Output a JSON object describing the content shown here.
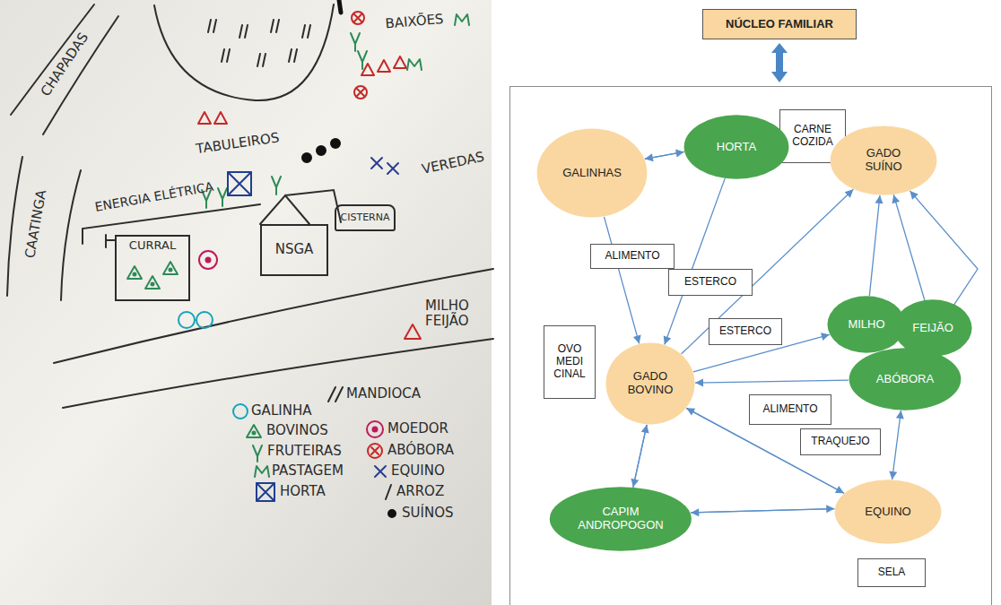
{
  "diagram": {
    "nodes": [
      {
        "text": [
          "CURRAL"
        ]
      },
      {
        "text": [
          "NSGA"
        ]
      },
      {
        "text": [
          "CISTERNA"
        ]
      },
      {
        "text": [
          "NÚCLEO FAMILIAR"
        ]
      },
      {
        "text": [
          "CARNE COZIDA"
        ]
      },
      {
        "text": [
          "HORTA"
        ]
      },
      {
        "text": [
          "GALINHAS"
        ]
      },
      {
        "text": [
          "GADO SUÍNO"
        ]
      },
      {
        "text": [
          "ALIMENTO"
        ]
      },
      {
        "text": [
          "ESTERCO"
        ]
      },
      {
        "text": [
          "OVO MEDI CINAL"
        ]
      },
      {
        "text": [
          "ESTERCO"
        ]
      },
      {
        "text": [
          "MILHO"
        ]
      },
      {
        "text": [
          "FEIJÃO"
        ]
      },
      {
        "text": [
          "GADO BOVINO"
        ]
      },
      {
        "text": [
          "ABÓBORA"
        ]
      },
      {
        "text": [
          "ALIMENTO"
        ]
      },
      {
        "text": [
          "TRAQUEJO"
        ]
      },
      {
        "text": [
          "CAPIM ANDROPOGON"
        ]
      },
      {
        "text": [
          "EQUINO"
        ]
      },
      {
        "text": [
          "SELA"
        ]
      }
    ],
    "edges": [
      {
        "from": 6,
        "to": 5,
        "arrow": "to"
      },
      {
        "from": 5,
        "to": 6,
        "arrow": "to"
      },
      {
        "from": 6,
        "to": 14,
        "arrow": "to"
      },
      {
        "from": 5,
        "to": 14,
        "arrow": "to"
      },
      {
        "from": 14,
        "to": 7,
        "arrow": "to"
      },
      {
        "from": 14,
        "to": 12,
        "arrow": "to"
      },
      {
        "from": 15,
        "to": 14,
        "arrow": "to"
      },
      {
        "from": 12,
        "to": 7,
        "arrow": "to"
      },
      {
        "from": 13,
        "to": 7,
        "arrow": "to"
      },
      {
        "from": 15,
        "to": 7,
        "arrow": "to"
      },
      {
        "from": 15,
        "to": 19,
        "arrow": "both"
      },
      {
        "from": 14,
        "to": 18,
        "arrow": "to"
      },
      {
        "from": 18,
        "to": 14,
        "arrow": "to"
      },
      {
        "from": 18,
        "to": 19,
        "arrow": "to"
      },
      {
        "from": 19,
        "to": 18,
        "arrow": "to"
      },
      {
        "from": 19,
        "to": 14,
        "arrow": "to"
      },
      {
        "from": 14,
        "to": 19,
        "arrow": "to"
      }
    ],
    "labels": [
      "CHAPADAS",
      "CAATINGA",
      "TABULEIROS",
      "BAIXÕES",
      "VEREDAS",
      "ENERGIA ELÉTRICA"
    ],
    "legend": [
      {
        "text": "GALINHA"
      },
      {
        "text": "BOVINOS"
      },
      {
        "text": "FRUTEIRAS"
      },
      {
        "text": "PASTAGEM"
      },
      {
        "text": "HORTA"
      },
      {
        "text": "MILHO FEIJÃO"
      },
      {
        "text": "MANDIOCA"
      },
      {
        "text": "MOEDOR"
      },
      {
        "text": "ABÓBORA"
      },
      {
        "text": "EQUINO"
      },
      {
        "text": "ARROZ"
      },
      {
        "text": "SUÍNOS"
      }
    ]
  }
}
